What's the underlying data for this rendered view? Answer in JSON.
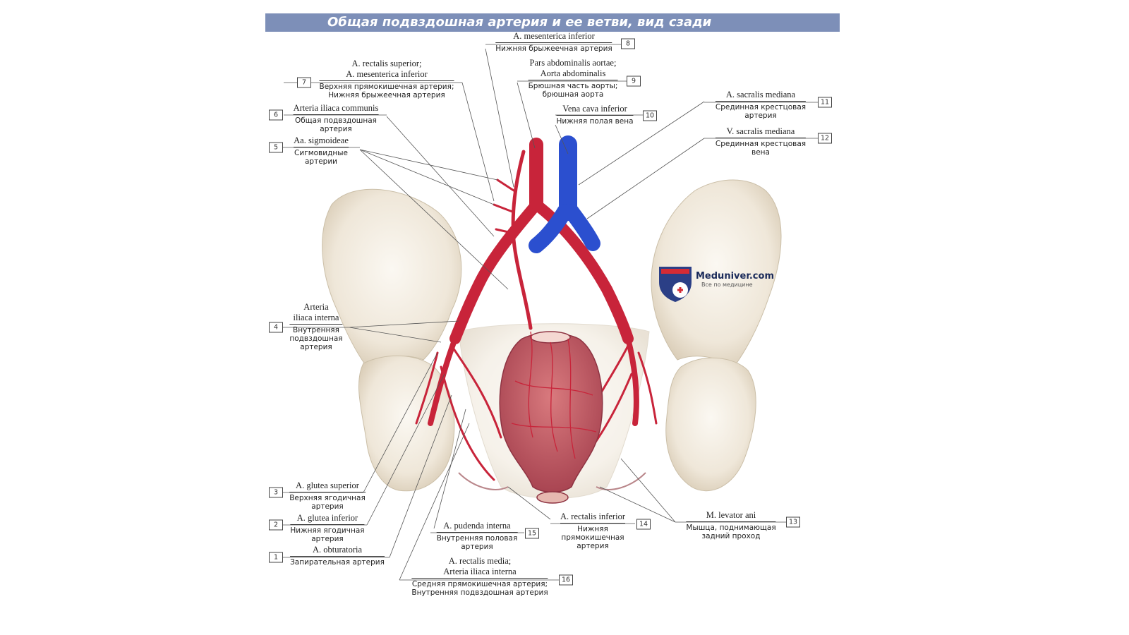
{
  "title": "Общая подвздошная артерия и ее ветви, вид сзади",
  "watermark": {
    "name": "Meduniver.com",
    "tagline": "Все по медицине"
  },
  "labels": [
    {
      "id": "8",
      "latin": [
        "A. mesenterica inferior"
      ],
      "russian": [
        "Нижняя брыжеечная артерия"
      ]
    },
    {
      "id": "7",
      "latin": [
        "A. rectalis superior;",
        "A. mesenterica inferior"
      ],
      "russian": [
        "Верхняя прямокишечная артерия;",
        "Нижняя брыжеечная артерия"
      ]
    },
    {
      "id": "9",
      "latin": [
        "Pars abdominalis aortae;",
        "Aorta abdominalis"
      ],
      "russian": [
        "Брюшная часть аорты;",
        "брюшная аорта"
      ]
    },
    {
      "id": "6",
      "latin": [
        "Arteria iliaca communis"
      ],
      "russian": [
        "Общая подвздошная",
        "артерия"
      ]
    },
    {
      "id": "10",
      "latin": [
        "Vena cava inferior"
      ],
      "russian": [
        "Нижняя полая вена"
      ]
    },
    {
      "id": "11",
      "latin": [
        "A. sacralis mediana"
      ],
      "russian": [
        "Срединная крестцовая",
        "артерия"
      ]
    },
    {
      "id": "5",
      "latin": [
        "Aa. sigmoideae"
      ],
      "russian": [
        "Сигмовидные",
        "артерии"
      ]
    },
    {
      "id": "12",
      "latin": [
        "V. sacralis mediana"
      ],
      "russian": [
        "Срединная крестцовая",
        "вена"
      ]
    },
    {
      "id": "4",
      "latin": [
        "Arteria",
        "iliaca interna"
      ],
      "russian": [
        "Внутренняя",
        "подвздошная",
        "артерия"
      ]
    },
    {
      "id": "3",
      "latin": [
        "A. glutea superior"
      ],
      "russian": [
        "Верхняя ягодичная",
        "артерия"
      ]
    },
    {
      "id": "2",
      "latin": [
        "A. glutea inferior"
      ],
      "russian": [
        "Нижняя ягодичная",
        "артерия"
      ]
    },
    {
      "id": "1",
      "latin": [
        "A. obturatoria"
      ],
      "russian": [
        "Запирательная артерия"
      ]
    },
    {
      "id": "15",
      "latin": [
        "A. pudenda interna"
      ],
      "russian": [
        "Внутренняя половая",
        "артерия"
      ]
    },
    {
      "id": "14",
      "latin": [
        "A. rectalis inferior"
      ],
      "russian": [
        "Нижняя",
        "прямокишечная",
        "артерия"
      ]
    },
    {
      "id": "13",
      "latin": [
        "M. levator ani"
      ],
      "russian": [
        "Мышца, поднимающая",
        "задний проход"
      ]
    },
    {
      "id": "16",
      "latin": [
        "A. rectalis media;",
        "Arteria iliaca interna"
      ],
      "russian": [
        "Средняя прямокишечная артерия;",
        "Внутренняя подвздошная артерия"
      ]
    }
  ],
  "colors": {
    "artery": "#c8243a",
    "vein": "#2b4fcf",
    "bone": "#f2ece1",
    "title_bar": "#7d8fb8"
  }
}
